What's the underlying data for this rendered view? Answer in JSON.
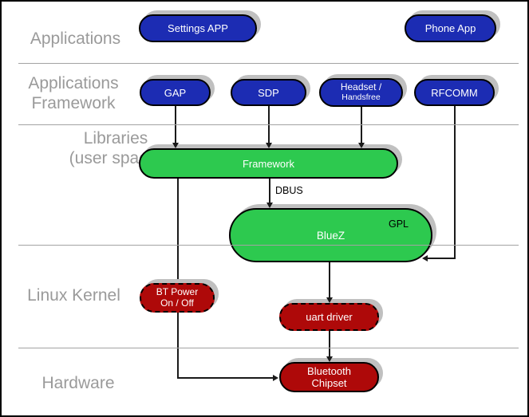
{
  "layers": [
    {
      "label_lines": [
        "Applications"
      ]
    },
    {
      "label_lines": [
        "Applications",
        "Framework"
      ]
    },
    {
      "label_lines": [
        "Libraries",
        "(user space)"
      ]
    },
    {
      "label_lines": [
        "Linux Kernel"
      ]
    },
    {
      "label_lines": [
        "Hardware"
      ]
    }
  ],
  "nodes": {
    "settings_app": {
      "label": "Settings APP"
    },
    "phone_app": {
      "label": "Phone App"
    },
    "gap": {
      "label": "GAP"
    },
    "sdp": {
      "label": "SDP"
    },
    "headset": {
      "line1": "Headset /",
      "line2": "Handsfree"
    },
    "rfcomm": {
      "label": "RFCOMM"
    },
    "framework": {
      "label": "Framework"
    },
    "bluez": {
      "label": "BlueZ",
      "badge": "GPL"
    },
    "bt_power": {
      "line1": "BT Power",
      "line2": "On / Off"
    },
    "uart_driver": {
      "label": "uart driver"
    },
    "bluetooth_chipset": {
      "line1": "Bluetooth",
      "line2": "Chipset"
    }
  },
  "edges": [
    {
      "from": "gap",
      "to": "framework"
    },
    {
      "from": "sdp",
      "to": "framework"
    },
    {
      "from": "headset",
      "to": "framework"
    },
    {
      "from": "framework",
      "to": "bluez",
      "label": "DBUS"
    },
    {
      "from": "rfcomm",
      "to": "bluez"
    },
    {
      "from": "framework",
      "to": "bluetooth_chipset"
    },
    {
      "from": "bluez",
      "to": "uart_driver"
    },
    {
      "from": "uart_driver",
      "to": "bluetooth_chipset"
    }
  ],
  "colors": {
    "app_node_blue": "#1c2cb3",
    "library_node_green": "#2dc94f",
    "kernel_node_red": "#ae0909",
    "layer_label_gray": "#9a9a9a",
    "divider_gray": "#a3a3a3",
    "shadow_gray": "#c0c0c0",
    "connector_black": "#1a1a1a"
  }
}
